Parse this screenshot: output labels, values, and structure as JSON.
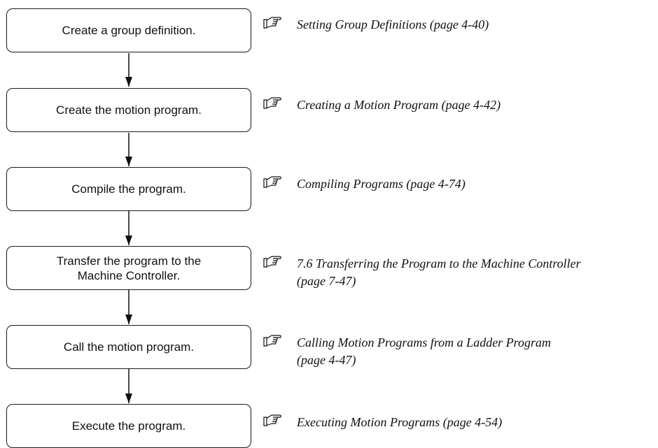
{
  "steps": [
    "Create a group definition.",
    "Create the motion program.",
    "Compile the program.",
    "Transfer the program to the\nMachine Controller.",
    "Call the motion program.",
    "Execute the program."
  ],
  "references": [
    "Setting Group Definitions (page 4-40)",
    "Creating a Motion Program (page 4-42)",
    "Compiling Programs (page 4-74)",
    "7.6 Transferring the Program to the Machine Controller\n(page 7-47)",
    "Calling Motion Programs from a Ladder Program\n(page 4-47)",
    "Executing Motion Programs (page 4-54)"
  ],
  "icons": {
    "reference": "pointing-hand-icon"
  }
}
